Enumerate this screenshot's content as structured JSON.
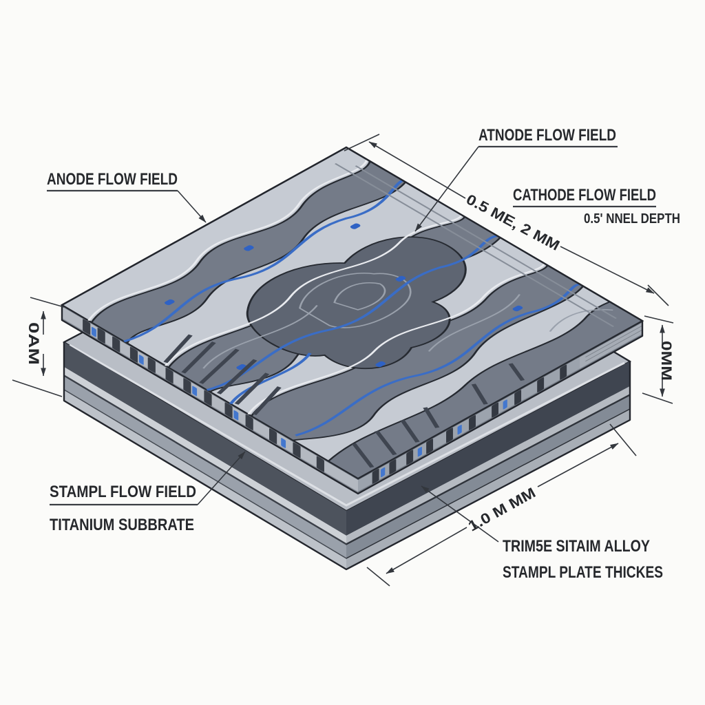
{
  "diagram": {
    "title_context": "stamped-bipolar-plate-flow-field-exploded-view",
    "labels": {
      "anode": "ANODE FLOW FIELD",
      "atnode": "ATNODE FLOW FIELD",
      "cathode": "CATHODE FLOW FIELD",
      "channel_depth": "0.5' NNEL DEPTH",
      "dim_channel": "0.5 ME, 2 MM",
      "dim_left": "0AM",
      "dim_right": "0MM",
      "stamped_flow_field": "STAMPL FLOW FIELD",
      "titanium_substrate": "TITANIUM SUBBRATE",
      "dim_plate_thickness": "1.0 M MM",
      "alloy_line1": "TRIM5E SITAIM ALLOY",
      "alloy_line2": "STAMPL PLATE THICKES"
    },
    "colors": {
      "background": "#FBFBF9",
      "plate_top_light": "#C6CBD3",
      "channel_floor": "#747B88",
      "channel_floor_dark": "#5E6572",
      "accent_blue": "#3A6DC6",
      "accent_blue_deep": "#2F62C4",
      "substrate_band_dark": "#4D535D",
      "substrate_band_mid": "#9AA1AB",
      "substrate_band_light": "#BDC2C9",
      "outline": "#23262D",
      "annotation_line": "#33373D",
      "text": "#26282C"
    }
  }
}
